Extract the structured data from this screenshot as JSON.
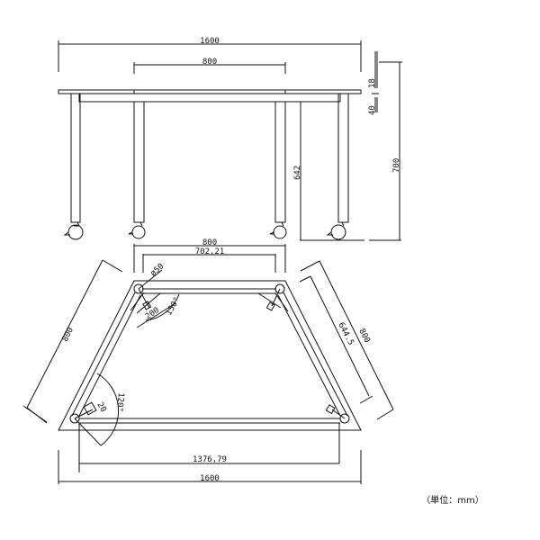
{
  "side_view": {
    "dim_total_width": "1600",
    "dim_inner_width": "800",
    "dim_top_thickness": "18",
    "dim_apron": "40",
    "dim_leg_height": "642",
    "dim_total_height": "700"
  },
  "plan_view": {
    "dim_top_width": "800",
    "dim_top_inner": "702,21",
    "dim_leg_dia": "ø50",
    "dim_bracket": "200",
    "angle_top": "150°",
    "dim_left_side": "800",
    "dim_right_side": "800",
    "dim_right_inner": "644.5",
    "angle_bottom": "120°",
    "dim_small": "20",
    "dim_bottom_inner": "1376,79",
    "dim_bottom_total": "1600"
  },
  "unit_label": "（単位：mm）"
}
